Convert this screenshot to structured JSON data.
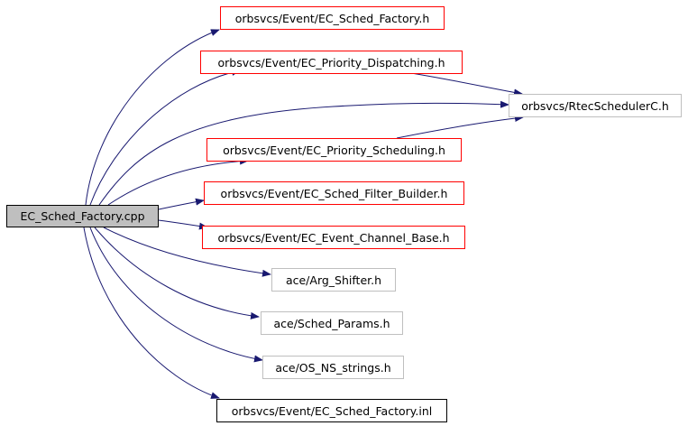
{
  "diagram": {
    "root": "EC_Sched_Factory.cpp",
    "nodes": [
      {
        "id": "n1",
        "label": "orbsvcs/Event/EC_Sched_Factory.h",
        "style": "red"
      },
      {
        "id": "n2",
        "label": "orbsvcs/Event/EC_Priority_Dispatching.h",
        "style": "red"
      },
      {
        "id": "n3",
        "label": "orbsvcs/RtecSchedulerC.h",
        "style": "gray"
      },
      {
        "id": "n4",
        "label": "orbsvcs/Event/EC_Priority_Scheduling.h",
        "style": "red"
      },
      {
        "id": "n5",
        "label": "orbsvcs/Event/EC_Sched_Filter_Builder.h",
        "style": "red"
      },
      {
        "id": "n6",
        "label": "orbsvcs/Event/EC_Event_Channel_Base.h",
        "style": "red"
      },
      {
        "id": "n7",
        "label": "ace/Arg_Shifter.h",
        "style": "gray"
      },
      {
        "id": "n8",
        "label": "ace/Sched_Params.h",
        "style": "gray"
      },
      {
        "id": "n9",
        "label": "ace/OS_NS_strings.h",
        "style": "gray"
      },
      {
        "id": "n10",
        "label": "orbsvcs/Event/EC_Sched_Factory.inl",
        "style": "black"
      }
    ],
    "colors": {
      "edge": "#191970",
      "border_red": "#ff0000",
      "border_gray": "#bfbfbf",
      "border_black": "#000000",
      "root_fill": "#bfbfbf"
    }
  }
}
